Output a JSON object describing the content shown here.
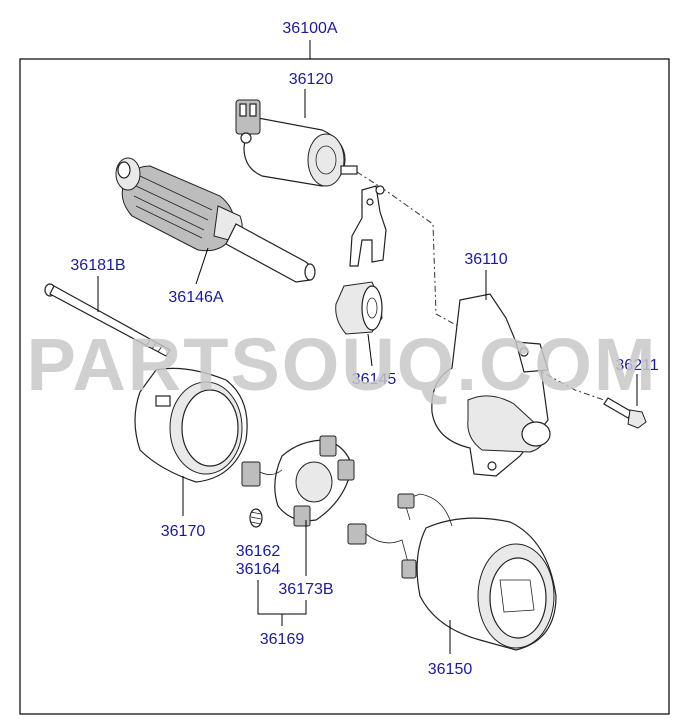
{
  "assembly": {
    "part_no": "36100A"
  },
  "parts": [
    {
      "id": "solenoid",
      "part_no": "36120"
    },
    {
      "id": "armature",
      "part_no": "36146A"
    },
    {
      "id": "through-bolt",
      "part_no": "36181B"
    },
    {
      "id": "front-bracket",
      "part_no": "36110"
    },
    {
      "id": "pinion-gear",
      "part_no": "36145"
    },
    {
      "id": "mounting-bolt",
      "part_no": "36211"
    },
    {
      "id": "rear-cover",
      "part_no": "36170"
    },
    {
      "id": "brush-spring",
      "part_no": "36162"
    },
    {
      "id": "brush",
      "part_no": "36164"
    },
    {
      "id": "brush-holder",
      "part_no": "36173B"
    },
    {
      "id": "brush-holder-kit",
      "part_no": "36169"
    },
    {
      "id": "yoke-assembly",
      "part_no": "36150"
    }
  ],
  "watermark": {
    "text": "PARTSOUQ.COM"
  }
}
